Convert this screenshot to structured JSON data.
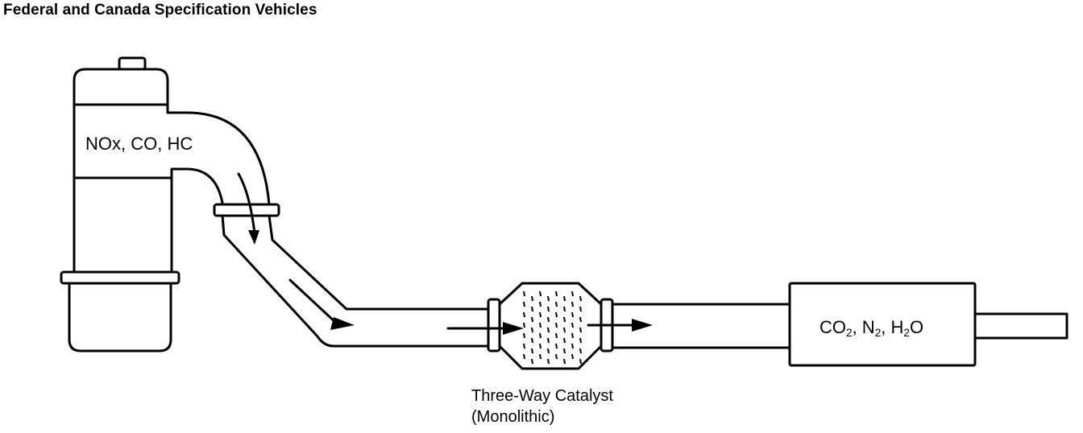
{
  "title": "Federal and Canada Specification Vehicles",
  "labels": {
    "inlet_gases": "NOx, CO, HC",
    "outlet_gases": {
      "co": "CO",
      "co_sub": "2",
      "n": ", N",
      "n_sub": "2",
      "h": ", H",
      "h_sub": "2",
      "o": "O"
    },
    "catalyst_line1": "Three-Way Catalyst",
    "catalyst_line2": "(Monolithic)"
  }
}
